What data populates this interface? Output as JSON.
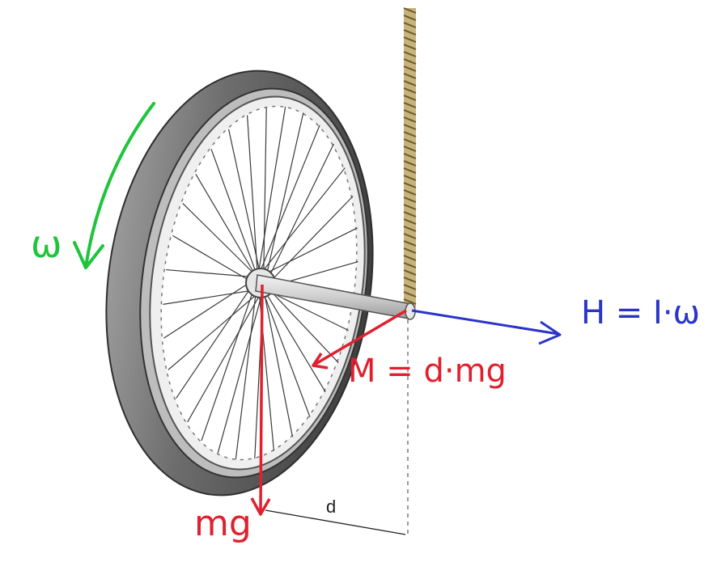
{
  "labels": {
    "omega": "ω",
    "angular_momentum": "H = I·ω",
    "torque": "M = d·mg",
    "weight": "mg",
    "distance": "d"
  },
  "colors": {
    "omega": "#1fc43a",
    "angular_momentum": "#2a34c9",
    "torque": "#e0202e",
    "weight": "#e0202e",
    "tire": "#5a5a5a",
    "rim": "#d9d9d9",
    "spoke": "#3a3a3a",
    "rope": "#a08a55"
  }
}
